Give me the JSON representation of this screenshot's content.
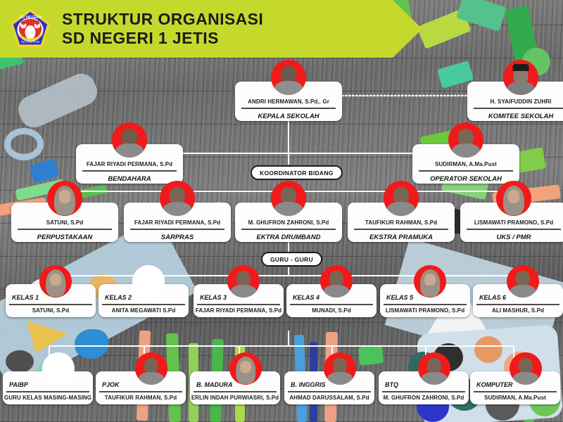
{
  "header": {
    "logo_name": "school-crest-logo",
    "logo_text_top": "SD NEGERI 1 JETIS",
    "logo_text_bottom": "KECAMATAN SELUMA",
    "title_line1": "STRUKTUR ORGANISASI",
    "title_line2": "SD NEGERI 1 JETIS",
    "banner_color": "#c5d92d"
  },
  "colors": {
    "photo_backdrop": "#f01a1a",
    "card": "#fdfdfd",
    "line": "#ffffff",
    "divider": "#4c4c4c"
  },
  "connectors": {
    "koordinator_label": "KOORDINATOR BIDANG",
    "guru_label": "GURU - GURU"
  },
  "chart_nodes": {
    "principal": {
      "name": "ANDRI HERMAWAN, S.Pd,. Gr",
      "role": "KEPALA SEKOLAH",
      "photo": "male-photo"
    },
    "committee": {
      "name": "H. SYAIFUDDIN ZUHRI",
      "role": "KOMITEE SEKOLAH",
      "photo": "male-peci-photo"
    },
    "treasurer": {
      "name": "FAJAR RIYADI PERMANA, S.Pd",
      "role": "BENDAHARA",
      "photo": "male-photo"
    },
    "operator": {
      "name": "SUDIRMAN, A.Ma.Pust",
      "role": "OPERATOR SEKOLAH",
      "photo": "male-photo"
    }
  },
  "coordinators": [
    {
      "name": "SATUNI, S.Pd",
      "role": "PERPUSTAKAAN",
      "photo": "female-hijab-photo"
    },
    {
      "name": "FAJAR RIYADI PERMANA, S.Pd",
      "role": "SARPRAS",
      "photo": "male-photo"
    },
    {
      "name": "M. GHUFRON ZAHRONI, S.Pd",
      "role": "EKTRA DRUMBAND",
      "photo": "male-photo"
    },
    {
      "name": "TAUFIKUR RAHMAN, S.Pd",
      "role": "EKSTRA PRAMUKA",
      "photo": "male-photo"
    },
    {
      "name": "LISMAWATI PRAMONO, S.Pd",
      "role": "UKS / PMR",
      "photo": "female-hijab-photo"
    }
  ],
  "class_teachers": [
    {
      "label": "KELAS 1",
      "name": "SATUNI, S.Pd",
      "photo": "female-hijab-photo"
    },
    {
      "label": "KELAS 2",
      "name": "ANITA MEGAWATI S.Pd",
      "photo": "blank-photo"
    },
    {
      "label": "KELAS 3",
      "name": "FAJAR RIYADI PERMANA, S.Pd",
      "photo": "male-photo"
    },
    {
      "label": "KELAS 4",
      "name": "MUNADI, S.Pd",
      "photo": "male-photo"
    },
    {
      "label": "KELAS 5",
      "name": "LISMAWATI PRAMONO, S.Pd",
      "photo": "female-hijab-photo"
    },
    {
      "label": "KELAS 6",
      "name": "ALI MASHUR, S.Pd",
      "photo": "male-photo"
    }
  ],
  "subject_teachers": [
    {
      "label": "PAIBP",
      "name": "GURU KELAS MASING-MASING",
      "photo": "blank-photo"
    },
    {
      "label": "PJOK",
      "name": "TAUFIKUR RAHMAN, S.Pd",
      "photo": "male-photo"
    },
    {
      "label": "B. MADURA",
      "name": "ERLIN INDAH PURWIASRI, S.Pd",
      "photo": "female-hijab-photo"
    },
    {
      "label": "B. INGGRIS",
      "name": "AHMAD DARUSSALAM, S.Pd",
      "photo": "male-beard-photo"
    },
    {
      "label": "BTQ",
      "name": "M. GHUFRON ZAHRONI, S.Pd",
      "photo": "male-photo"
    },
    {
      "label": "KOMPUTER",
      "name": "SUDIRMAN, A.Ma.Pust",
      "photo": "male-photo"
    }
  ]
}
